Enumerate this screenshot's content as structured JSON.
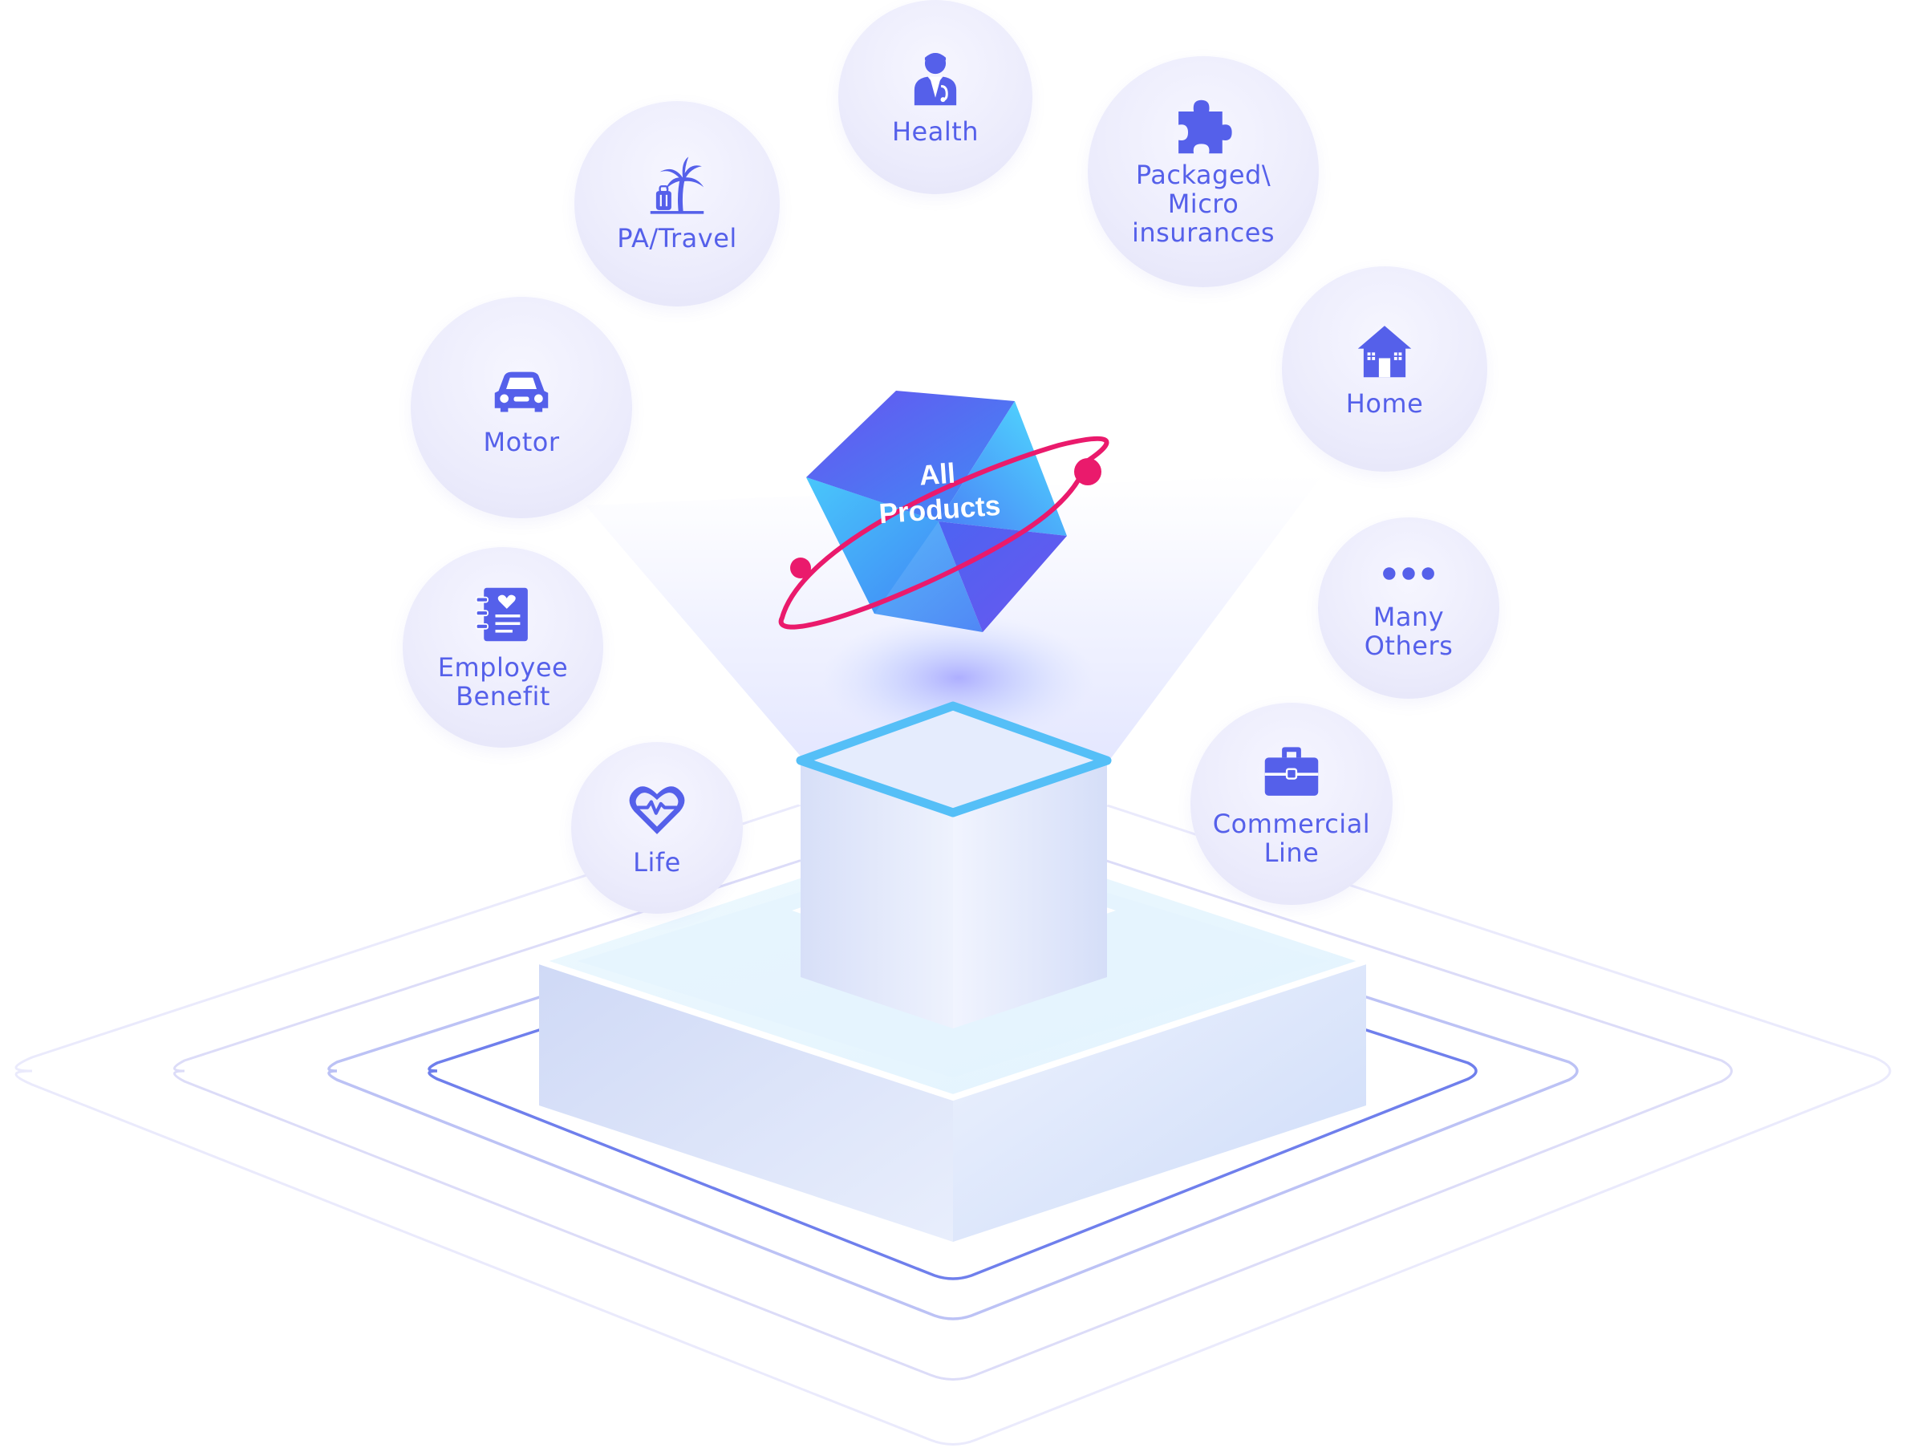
{
  "hub": {
    "label": "All\nProducts"
  },
  "products": [
    {
      "key": "health",
      "label": "Health",
      "icon": "doctor-icon"
    },
    {
      "key": "pa-travel",
      "label": "PA/Travel",
      "icon": "palm-tree-luggage-icon"
    },
    {
      "key": "packaged",
      "label": "Packaged\\\nMicro\ninsurances",
      "icon": "puzzle-piece-icon"
    },
    {
      "key": "motor",
      "label": "Motor",
      "icon": "car-icon"
    },
    {
      "key": "home",
      "label": "Home",
      "icon": "house-icon"
    },
    {
      "key": "employee-benefit",
      "label": "Employee\nBenefit",
      "icon": "benefit-document-icon"
    },
    {
      "key": "many-others",
      "label": "Many\nOthers",
      "icon": "ellipsis-icon"
    },
    {
      "key": "life",
      "label": "Life",
      "icon": "heart-pulse-icon"
    },
    {
      "key": "commercial-line",
      "label": "Commercial\nLine",
      "icon": "briefcase-icon"
    }
  ],
  "colors": {
    "icon": "#5560ea",
    "label": "#5560ea",
    "bubble": "#ececfc",
    "orbit": "#ea1a6c",
    "cube_light": "#4fd8ff",
    "cube_dark": "#5a55f0",
    "platform_outline": "#55bff7"
  }
}
